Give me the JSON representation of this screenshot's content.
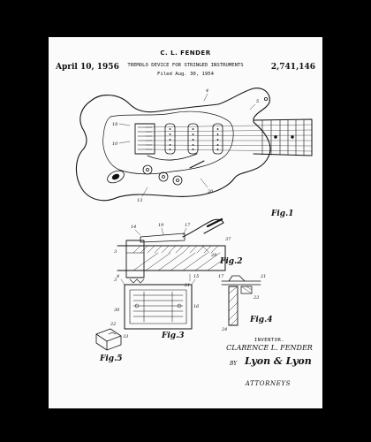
{
  "patent": {
    "inventor": "C. L. FENDER",
    "date": "April 10, 1956",
    "number": "2,741,146",
    "title": "TREMOLO DEVICE FOR STRINGED INSTRUMENTS",
    "filed": "Filed Aug. 30, 1954"
  },
  "figures": {
    "fig1": "Fig.1",
    "fig2": "Fig.2",
    "fig3": "Fig.3",
    "fig4": "Fig.4",
    "fig5": "Fig.5"
  },
  "signature": {
    "inventor_label": "INVENTOR.",
    "inventor_name": "CLARENCE L. FENDER",
    "by": "BY",
    "attorney_sig": "Lyon & Lyon",
    "attorneys": "ATTORNEYS"
  },
  "colors": {
    "mat": "#000000",
    "paper": "#fbfbfb",
    "ink": "#111111"
  }
}
